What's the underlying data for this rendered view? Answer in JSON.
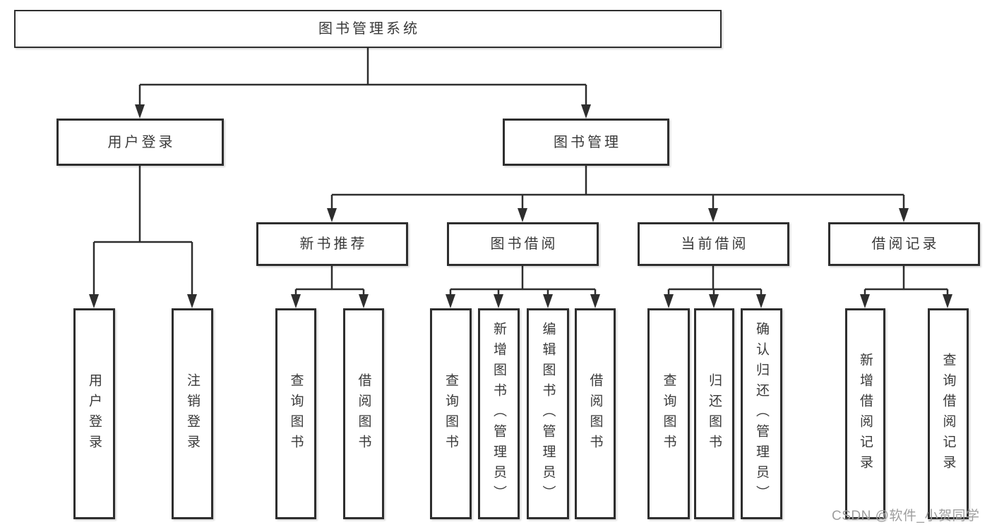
{
  "diagram": {
    "nodes": {
      "root": {
        "label": "图书管理系统"
      },
      "user_login": {
        "label": "用户登录"
      },
      "book_mgmt": {
        "label": "图书管理"
      },
      "new_book_rec": {
        "label": "新书推荐"
      },
      "book_borrow": {
        "label": "图书借阅"
      },
      "current_borrow": {
        "label": "当前借阅"
      },
      "borrow_records": {
        "label": "借阅记录"
      },
      "leaf_user_login": {
        "label": "用户登录"
      },
      "leaf_logout": {
        "label": "注销登录"
      },
      "leaf_nbr_query_books": {
        "label": "查询图书"
      },
      "leaf_nbr_borrow_books": {
        "label": "借阅图书"
      },
      "leaf_bb_query_books": {
        "label": "查询图书"
      },
      "leaf_bb_add_books": {
        "label": "新增图书（管理员）"
      },
      "leaf_bb_edit_books": {
        "label": "编辑图书（管理员）"
      },
      "leaf_bb_borrow_books": {
        "label": "借阅图书"
      },
      "leaf_cb_query_books": {
        "label": "查询图书"
      },
      "leaf_cb_return_books": {
        "label": "归还图书"
      },
      "leaf_cb_confirm_return": {
        "label": "确认归还（管理员）"
      },
      "leaf_br_add_record": {
        "label": "新增借阅记录"
      },
      "leaf_br_query_record": {
        "label": "查询借阅记录"
      }
    },
    "watermark": "CSDN @软件_小贺同学",
    "colors": {
      "line": "#2e2e2e",
      "box_border": "#2e2e2e",
      "text": "#3a3a3a",
      "watermark": "#9e9e9e",
      "background": "#ffffff"
    }
  }
}
